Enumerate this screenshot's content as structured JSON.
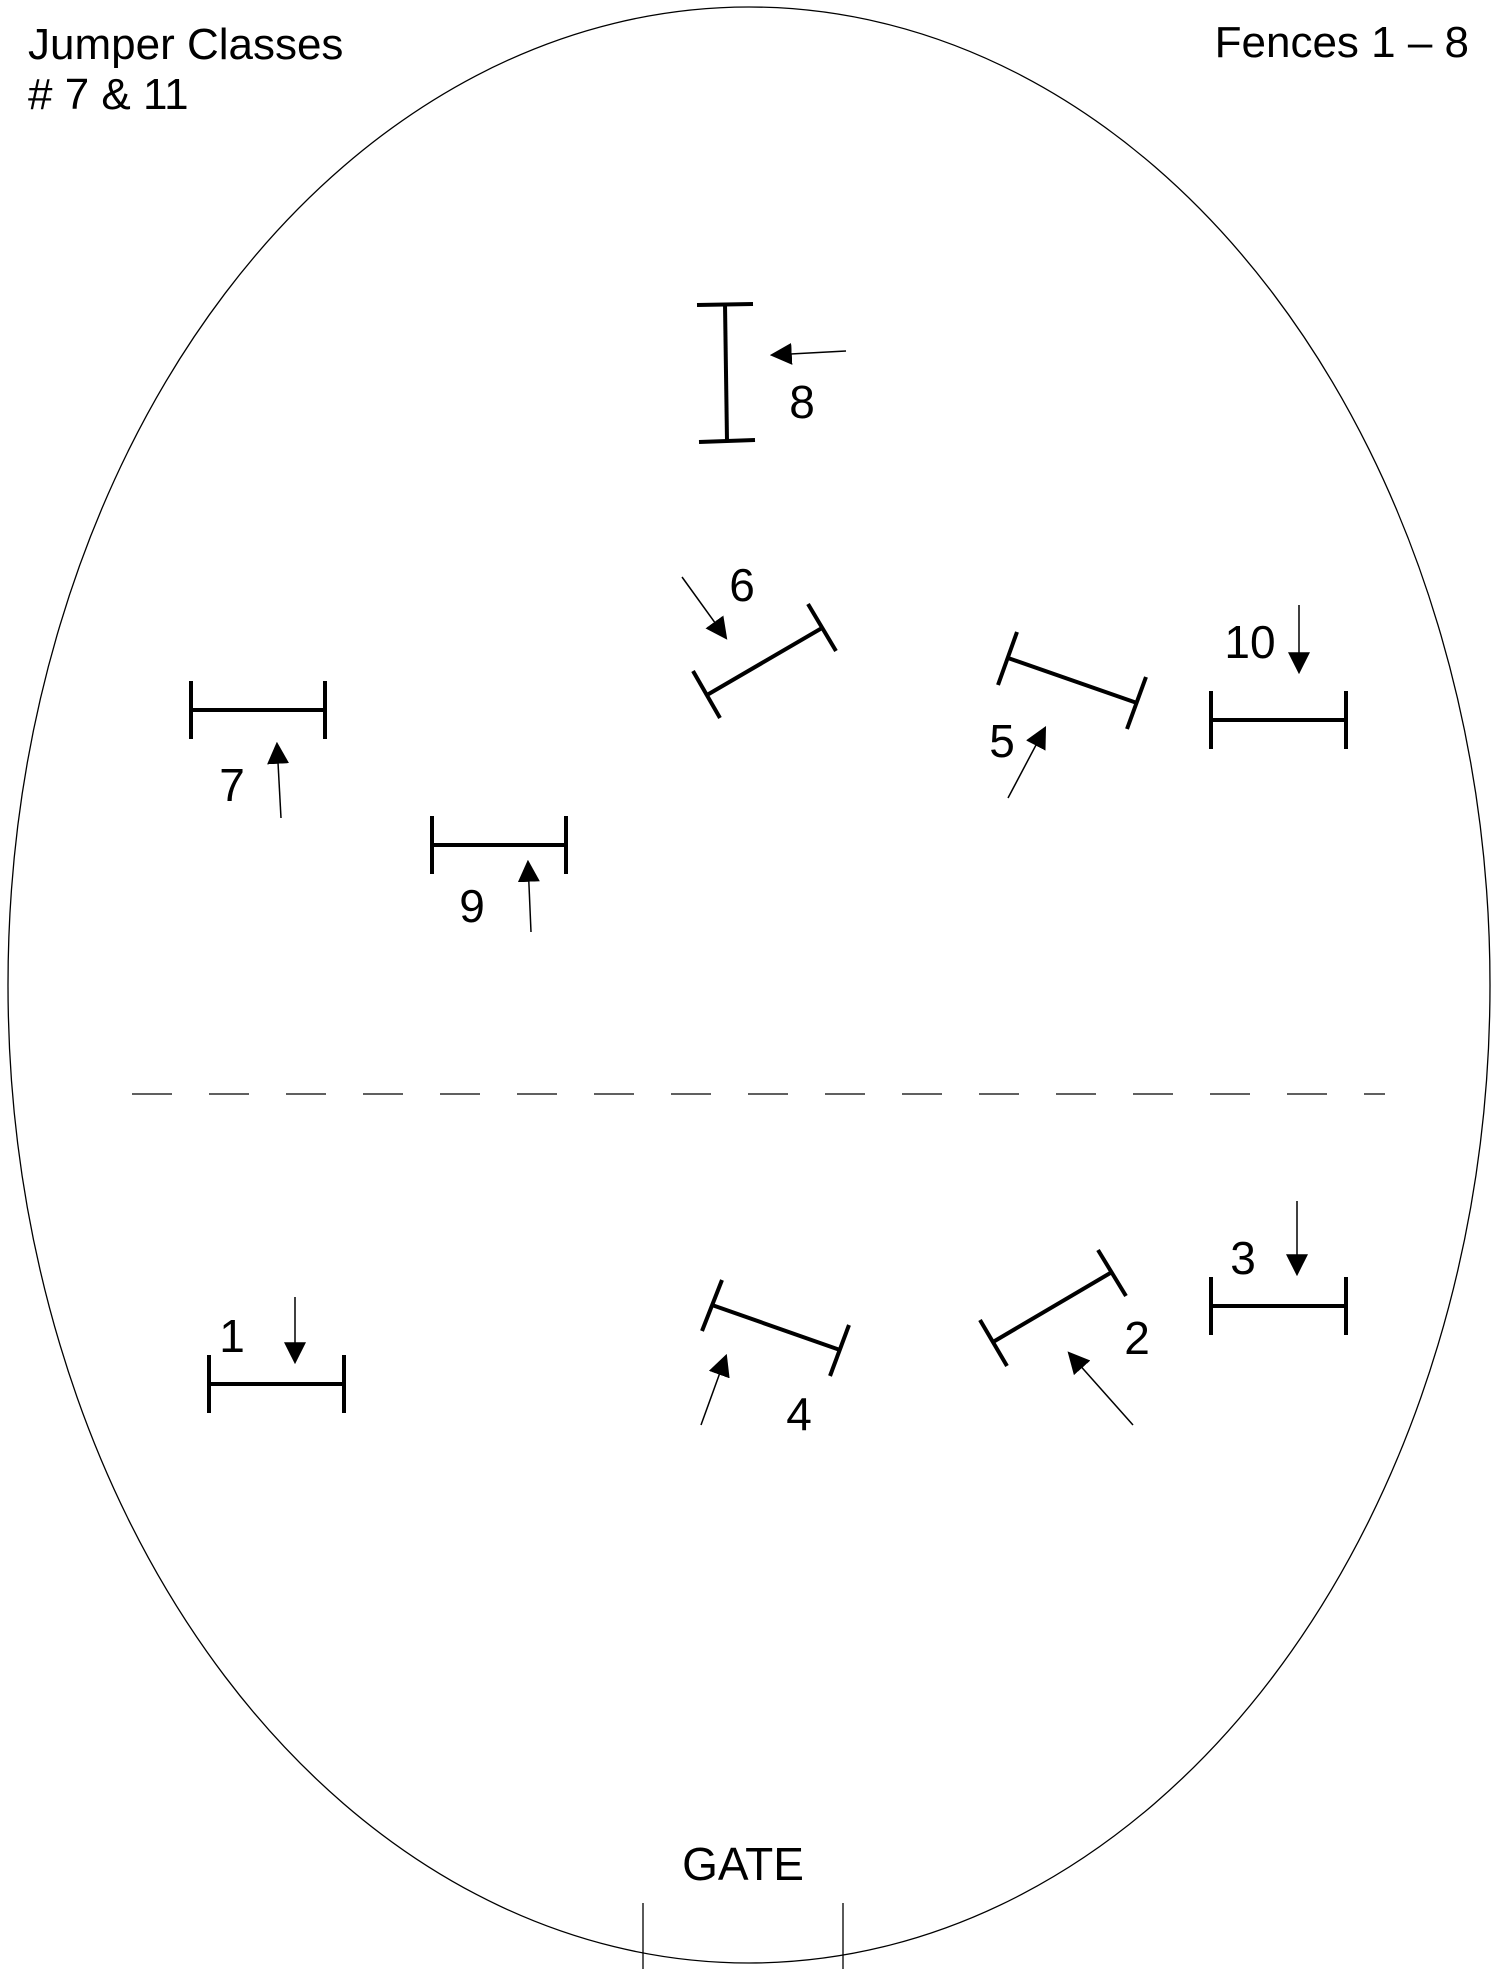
{
  "header": {
    "title": "Jumper Classes",
    "classes": "# 7 & 11",
    "fences_range": "Fences 1 – 8"
  },
  "gate": {
    "label": "GATE"
  },
  "fences": [
    {
      "number": "1"
    },
    {
      "number": "2"
    },
    {
      "number": "3"
    },
    {
      "number": "4"
    },
    {
      "number": "5"
    },
    {
      "number": "6"
    },
    {
      "number": "7"
    },
    {
      "number": "8"
    },
    {
      "number": "9"
    },
    {
      "number": "10"
    }
  ]
}
